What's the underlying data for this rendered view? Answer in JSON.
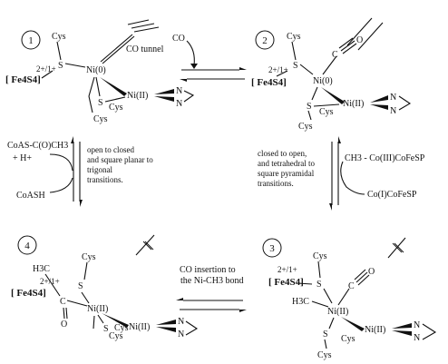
{
  "states": [
    {
      "number": "1",
      "cluster_charge": "2+/1+",
      "cluster_label": "[ Fe4S4]",
      "cys_top": "Cys",
      "ni_left": "Ni(0)",
      "cys_bridge": "Cys",
      "cys_bottom": "Cys",
      "ni_right": "Ni(II)",
      "s_bridge": "S",
      "s_top": "S",
      "n_top": "N",
      "n_bottom": "N"
    },
    {
      "number": "2",
      "cluster_charge": "2+/1+",
      "cluster_label": "[ Fe4S4]",
      "cys_top": "Cys",
      "ni_left": "Ni(0)",
      "cys_bridge": "Cys",
      "cys_bottom": "Cys",
      "ni_right": "Ni(II)",
      "s_bridge": "S",
      "s_top": "S",
      "n_top": "N",
      "n_bottom": "N"
    },
    {
      "number": "3",
      "cluster_charge": "2+/1+",
      "cluster_label": "[ Fe4S4]",
      "cys_top": "Cys",
      "ni_left": "Ni(II)",
      "cys_bridge": "Cys",
      "cys_bottom": "Cys",
      "ni_right": "Ni(II)",
      "s_bridge": "S",
      "s_top": "S",
      "n_top": "N",
      "n_bottom": "N",
      "methyl": "H3C"
    },
    {
      "number": "4",
      "cluster_charge": "2+/1+",
      "cluster_label": "[ Fe4S4]",
      "cys_top": "Cys",
      "ni_left": "Ni(II)",
      "cys_bridge": "Cys",
      "cys_bottom": "Cys",
      "ni_right": "Ni(II)",
      "s_bridge": "S",
      "s_top": "S",
      "n_top": "N",
      "n_bottom": "N",
      "acetyl_methyl": "H3C",
      "acetyl_o": "O",
      "acetyl_c": "C"
    },
    {
      "number": "",
      "cluster_charge": "",
      "cluster_label": "",
      "cys_top": "",
      "ni_left": "",
      "cys_bridge": "",
      "cys_bottom": "",
      "ni_right": "",
      "s_bridge": "",
      "s_top": "",
      "n_top": "",
      "n_bottom": "",
      "co_o": "O",
      "co_c": "C"
    }
  ],
  "arrows": {
    "co_tunnel": "CO tunnel",
    "co": "CO",
    "coa_product": "CoAS-C(O)CH3",
    "coa_h": "+ H+",
    "coash": "CoASH",
    "open_to_closed": [
      "open to closed",
      "and square planar to",
      "trigonal",
      "transitions."
    ],
    "closed_to_open": [
      "closed to open,",
      "and tetrahedral to",
      "square pyramidal",
      "transitions."
    ],
    "methyl_donor": "CH3 - Co(III)CoFeSP",
    "co_i": "Co(I)CoFeSP",
    "co_insertion": [
      "CO insertion to",
      "the Ni-CH3 bond"
    ]
  }
}
